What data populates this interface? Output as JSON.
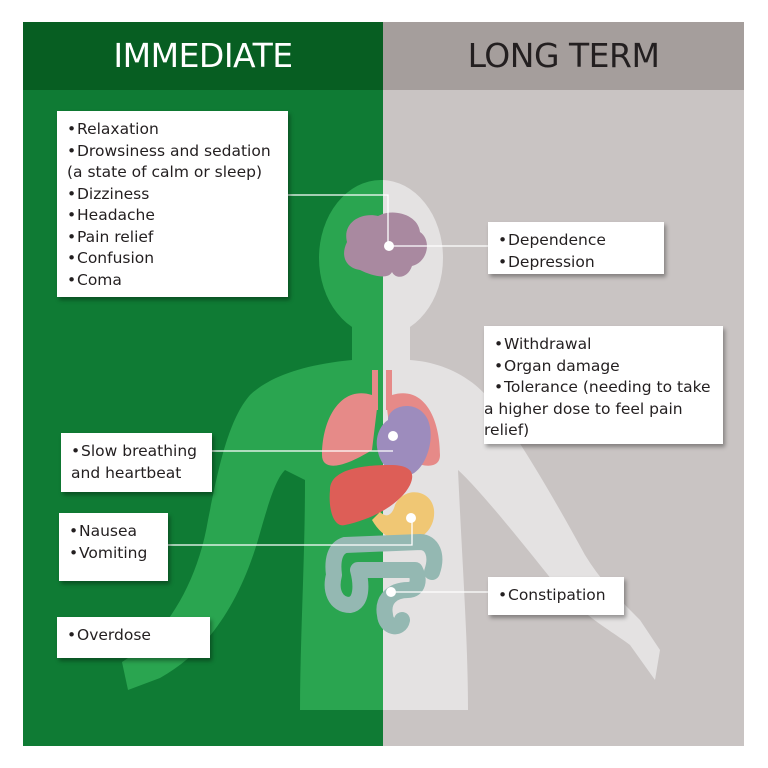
{
  "headers": {
    "immediate": "IMMEDIATE",
    "long_term": "LONG TERM"
  },
  "colors": {
    "immediate_bg": "#0f7b34",
    "immediate_header": "#075e22",
    "long_term_bg": "#c9c4c3",
    "long_term_header": "#a59e9c"
  },
  "immediate_effects": {
    "brain": [
      "Relaxation",
      "Drowsiness and sedation",
      "(a state of calm or sleep)",
      "Dizziness",
      "Headache",
      "Pain relief",
      "Confusion",
      "Coma"
    ],
    "heart_lungs": [
      "Slow breathing",
      "and heartbeat"
    ],
    "stomach": [
      "Nausea",
      "Vomiting"
    ],
    "overall": [
      "Overdose"
    ]
  },
  "long_term_effects": {
    "brain": [
      "Dependence",
      "Depression"
    ],
    "body": [
      "Withdrawal",
      "Organ damage",
      "Tolerance (needing to take",
      "a higher dose to feel pain",
      "relief)"
    ],
    "intestine": [
      "Constipation"
    ]
  },
  "organs": [
    "brain-icon",
    "lungs-icon",
    "heart-icon",
    "liver-icon",
    "stomach-icon",
    "intestine-icon"
  ]
}
